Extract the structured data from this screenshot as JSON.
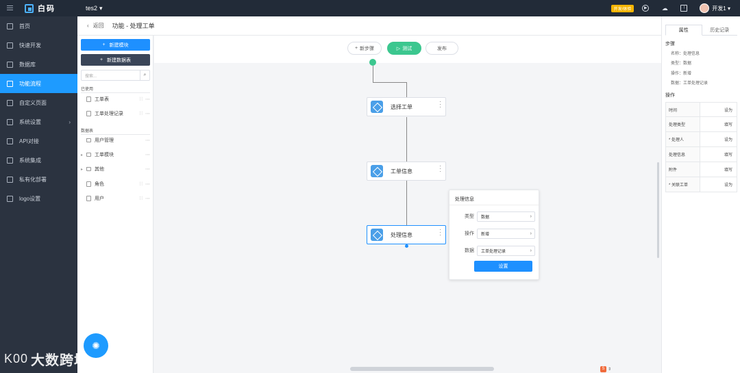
{
  "topbar": {
    "brand": "白码",
    "project": "tes2",
    "badge": "开发/体验",
    "username": "开发1"
  },
  "sidebar": {
    "items": [
      {
        "label": "首页"
      },
      {
        "label": "快速开发"
      },
      {
        "label": "数据库"
      },
      {
        "label": "功能流程",
        "active": true
      },
      {
        "label": "自定义页面"
      },
      {
        "label": "系统设置",
        "has_submenu": true
      },
      {
        "label": "API对接"
      },
      {
        "label": "系统集成"
      },
      {
        "label": "私有化部署"
      },
      {
        "label": "logo设置"
      }
    ]
  },
  "header": {
    "back_label": "返回",
    "breadcrumb": "功能 - 处理工单"
  },
  "leftpanel": {
    "new_module": "新建模块",
    "new_table": "新建数据表",
    "search_placeholder": "搜索...",
    "used_title": "已使用",
    "used_items": [
      "工单表",
      "工单处理记录"
    ],
    "tables_title": "数据表",
    "table_items": [
      {
        "label": "用户管理",
        "type": "folder",
        "expandable": false
      },
      {
        "label": "工单模块",
        "type": "folder",
        "expandable": true
      },
      {
        "label": "其他",
        "type": "folder",
        "expandable": true
      },
      {
        "label": "角色",
        "type": "file"
      },
      {
        "label": "用户",
        "type": "file"
      }
    ]
  },
  "canvas": {
    "btn_new_step": "新步骤",
    "btn_test": "测试",
    "btn_publish": "发布",
    "nodes": [
      "选择工单",
      "工单信息",
      "处理信息"
    ]
  },
  "popup": {
    "title": "处理信息",
    "rows": [
      {
        "label": "类型",
        "value": "数据"
      },
      {
        "label": "操作",
        "value": "新增"
      },
      {
        "label": "数据",
        "value": "工单处理记录"
      }
    ],
    "button": "设置"
  },
  "rightpanel": {
    "tabs": [
      "属性",
      "历史记录"
    ],
    "step_title": "步骤",
    "step_props": [
      "名称：处理信息",
      "类型：数据",
      "操作：新增",
      "数据：工单处理记录"
    ],
    "ops_title": "操作",
    "ops": [
      {
        "field": "时间",
        "action": "设为"
      },
      {
        "field": "处理类型",
        "action": "填写"
      },
      {
        "field": "* 处理人",
        "action": "设为"
      },
      {
        "field": "处理信息",
        "action": "填写"
      },
      {
        "field": "附件",
        "action": "填写"
      },
      {
        "field": "* 关联工单",
        "action": "设为"
      }
    ]
  },
  "watermark": {
    "logo": "K00",
    "text": "大数跨境"
  },
  "colors": {
    "primary": "#1e90ff",
    "success": "#3cc78f",
    "sidebar_bg": "#2b3340",
    "topbar_bg": "#222b38"
  }
}
